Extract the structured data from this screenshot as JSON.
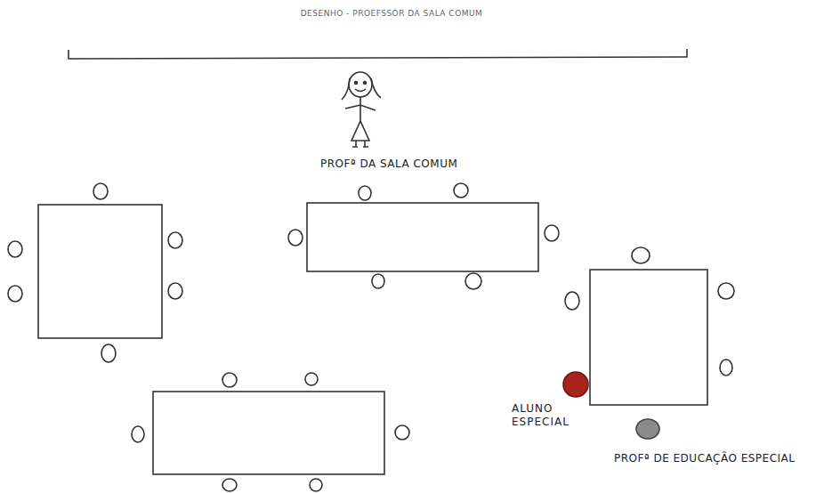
{
  "diagram": {
    "title": "DESENHO - PROEFSSOR DA SALA COMUM",
    "labels": [
      "PROFª DA SALA COMUM",
      "ALUNO ESPECIAL",
      "PROFª DE EDUCAÇÃO ESPECIAL"
    ]
  }
}
